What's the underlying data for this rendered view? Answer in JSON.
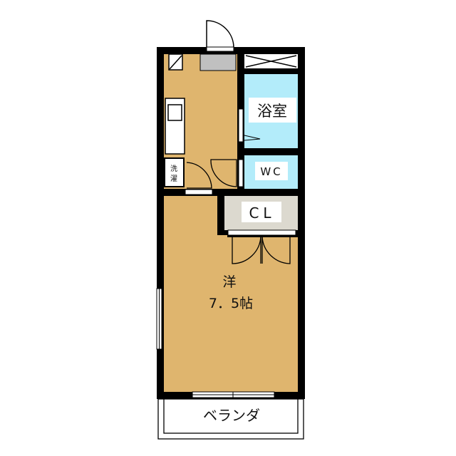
{
  "rooms": {
    "bath": {
      "label": "浴室"
    },
    "wc": {
      "label": "WC"
    },
    "closet": {
      "label": "CL"
    },
    "laundry": {
      "label_1": "洗",
      "label_2": "濯"
    },
    "western_room": {
      "label": "洋",
      "size": "7．5帖"
    },
    "balcony": {
      "label": "ベランダ"
    }
  },
  "colors": {
    "wall": "#000000",
    "floor": "#dfb56e",
    "bath": "#b3ecfa",
    "closet": "#dcd9cf",
    "entrance": "#c0c0c0"
  }
}
